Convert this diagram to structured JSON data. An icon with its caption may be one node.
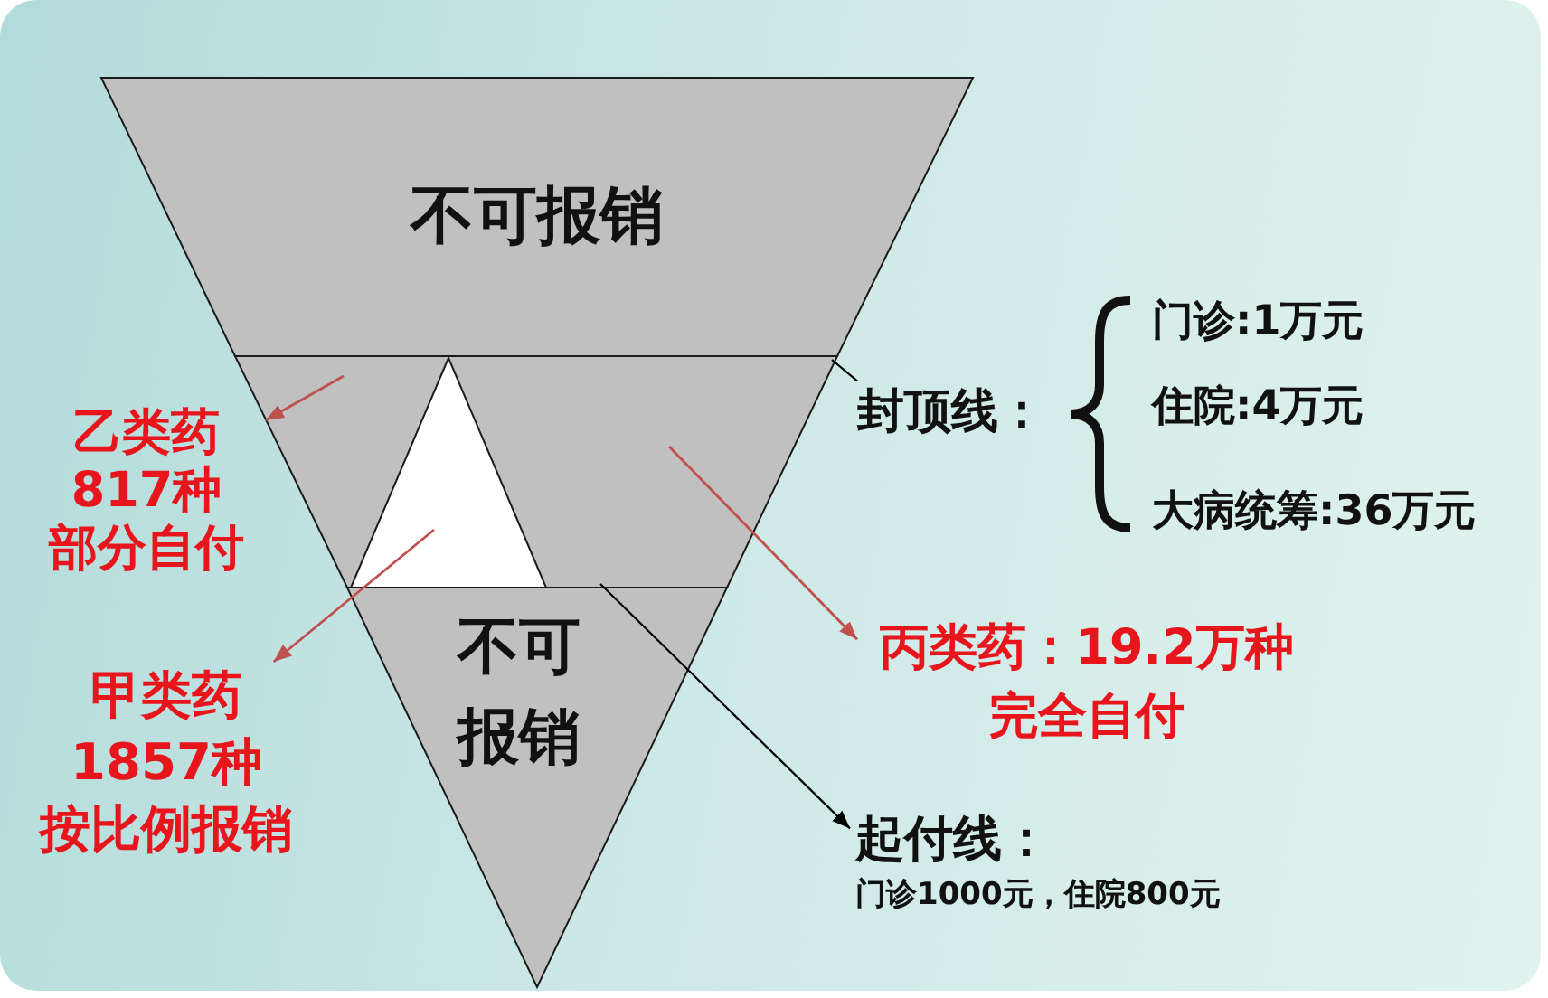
{
  "diagram": {
    "nodes": [
      {
        "text": [
          "不可报销"
        ]
      },
      {
        "text": [],
        "shape": "trapezoid"
      },
      {
        "text": [],
        "shape": "triangle",
        "in": 1
      },
      {
        "text": [
          "不可报销"
        ]
      },
      {
        "text": [
          "乙类药",
          "817种",
          "部分自付"
        ]
      },
      {
        "text": [
          "甲类药",
          "1857种",
          "按比例报销"
        ]
      },
      {
        "text": [
          "丙类药：19.2万种",
          "完全自付"
        ]
      },
      {
        "text": [
          "封顶线：",
          "门诊:1万元",
          "住院:4万元",
          "大病统筹:36万元"
        ]
      },
      {
        "text": [
          "起付线：",
          "门诊1000元，住院800元"
        ]
      }
    ],
    "edges": [
      {
        "from": 1,
        "to": 4,
        "arrow": "to"
      },
      {
        "from": 2,
        "to": 5,
        "arrow": "to"
      },
      {
        "from": 1,
        "to": 6,
        "arrow": "to"
      },
      {
        "from": 7,
        "to": 1,
        "arrow": "none",
        "color": "#000000"
      },
      {
        "from": 1,
        "to": 8,
        "arrow": "to",
        "color": "#000000"
      }
    ]
  }
}
